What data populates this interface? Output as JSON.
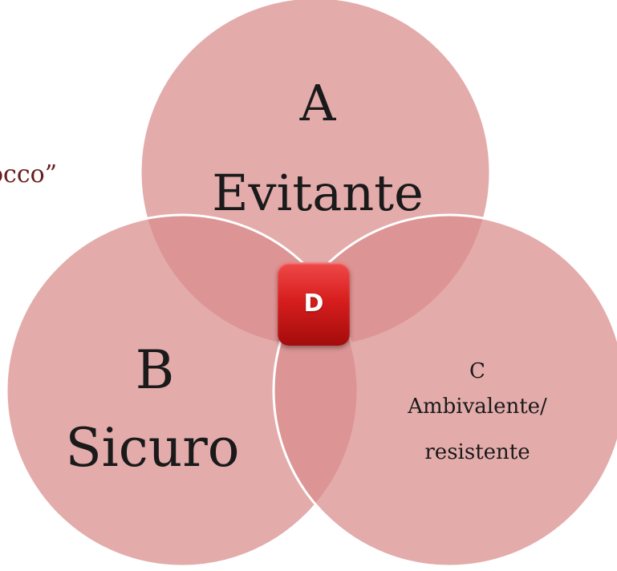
{
  "diagram": {
    "edge_text": "occo”",
    "circles": {
      "a": {
        "letter": "A",
        "name": "Evitante"
      },
      "b": {
        "letter": "B",
        "name": "Sicuro"
      },
      "c": {
        "letter": "C",
        "name_line1": "Ambivalente/",
        "name_line2": "resistente"
      }
    },
    "center_badge": {
      "label": "D"
    },
    "colors": {
      "circle_fill": "#d98b8b",
      "circle_outline": "#ffffff",
      "badge_red": "#d81e1e",
      "edge_text_color": "#6b1c1c"
    }
  }
}
